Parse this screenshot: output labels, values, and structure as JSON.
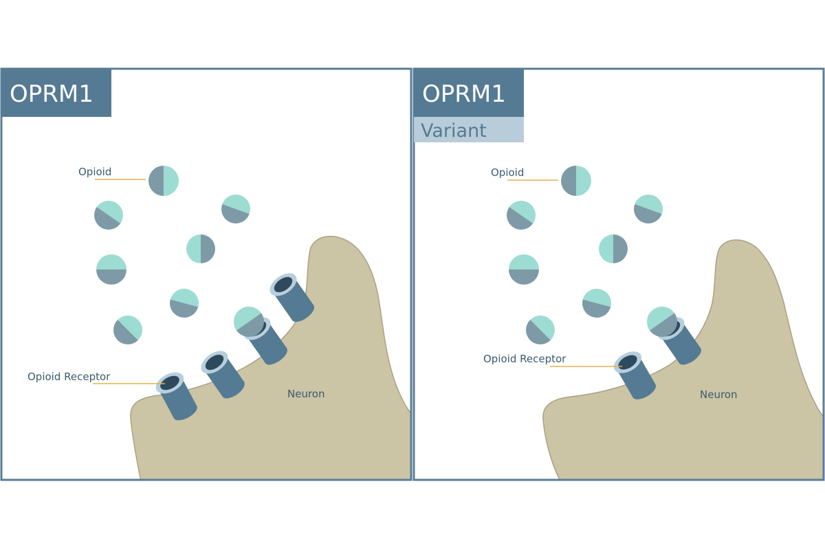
{
  "colors": {
    "frame": "#5a7d95",
    "title_bg": "#557a93",
    "variant_bg": "#b8ccd9",
    "neuron_fill": "#cbc4a5",
    "neuron_stroke": "#a9a184",
    "opioid_light": "#9ddcd2",
    "opioid_dark": "#7d9aa6",
    "receptor_body": "#557a93",
    "receptor_rim": "#b7cfdd",
    "receptor_hole": "#2f4a5c",
    "leader_line": "#e3b04b",
    "label_text": "#3a5b70"
  },
  "panels": [
    {
      "title": "OPRM1",
      "subtitle": "",
      "labels": {
        "opioid": "Opioid",
        "receptor": "Opioid Receptor",
        "neuron": "Neuron"
      }
    },
    {
      "title": "OPRM1",
      "subtitle": "Variant",
      "labels": {
        "opioid": "Opioid",
        "receptor": "Opioid Receptor",
        "neuron": "Neuron"
      }
    }
  ]
}
